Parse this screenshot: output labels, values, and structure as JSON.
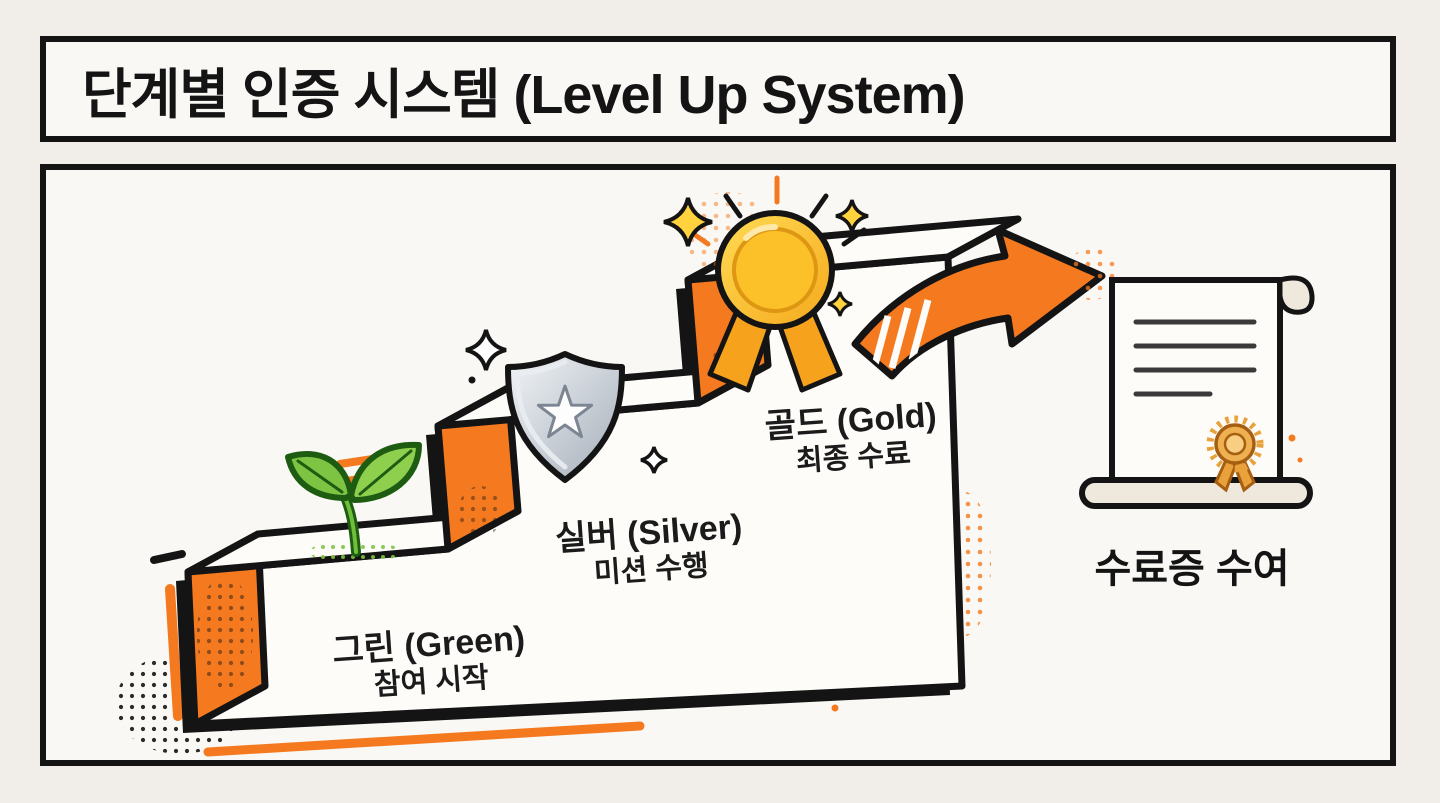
{
  "title": "단계별 인증 시스템 (Level Up System)",
  "diagram": {
    "steps": [
      {
        "level": "green",
        "name": "그린 (Green)",
        "desc": "참여 시작",
        "icon": "sprout-icon"
      },
      {
        "level": "silver",
        "name": "실버 (Silver)",
        "desc": "미션 수행",
        "icon": "shield-icon"
      },
      {
        "level": "gold",
        "name": "골드 (Gold)",
        "desc": "최종 수료",
        "icon": "medal-icon"
      }
    ],
    "outcome": {
      "label": "수료증 수여",
      "icon": "certificate-icon"
    }
  },
  "colors": {
    "accent_orange": "#F4791F",
    "outline": "#141414",
    "leaf_green": "#7CC442",
    "silver": "#C6CDD5",
    "gold": "#FFC43A",
    "panel": "#FAF8F4",
    "background": "#F1EEE9"
  }
}
